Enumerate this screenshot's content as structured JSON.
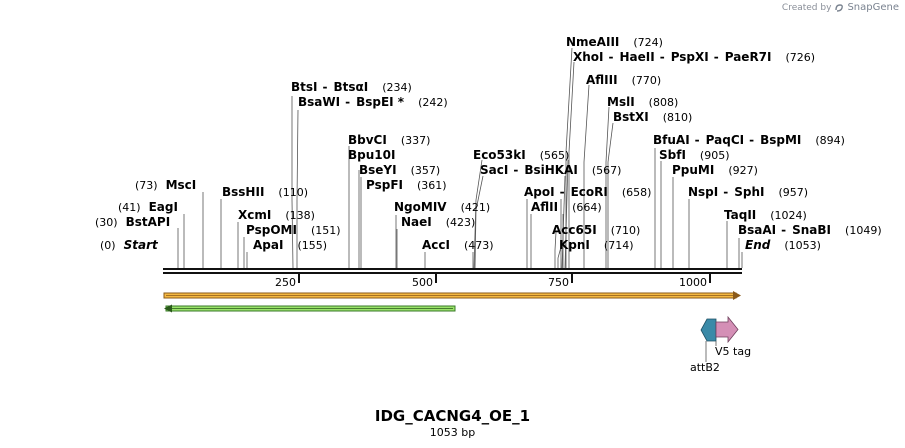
{
  "credit": {
    "prefix": "Created by",
    "brand": "SnapGene"
  },
  "title": "IDG_CACNG4_OE_1",
  "subtitle": "1053 bp",
  "scale_ticks": [
    "250",
    "500",
    "750",
    "1000"
  ],
  "sites": [
    {
      "name": "NmeAIII",
      "pos": "(724)"
    },
    {
      "name": "XhoI",
      "pos": ""
    },
    {
      "name": "HaeII",
      "pos": ""
    },
    {
      "name": "PspXI",
      "pos": ""
    },
    {
      "name": "PaeR7I",
      "pos": "(726)"
    },
    {
      "name": "AflIII",
      "pos": "(770)"
    },
    {
      "name": "MslI",
      "pos": "(808)"
    },
    {
      "name": "BstXI",
      "pos": "(810)"
    },
    {
      "name": "BfuAI",
      "pos": ""
    },
    {
      "name": "PaqCI",
      "pos": ""
    },
    {
      "name": "BspMI",
      "pos": "(894)"
    },
    {
      "name": "SbfI",
      "pos": "(905)"
    },
    {
      "name": "PpuMI",
      "pos": "(927)"
    },
    {
      "name": "NspI",
      "pos": ""
    },
    {
      "name": "SphI",
      "pos": "(957)"
    },
    {
      "name": "TaqII",
      "pos": "(1024)"
    },
    {
      "name": "BsaAI",
      "pos": ""
    },
    {
      "name": "SnaBI",
      "pos": "(1049)"
    },
    {
      "name": "End",
      "pos": "(1053)"
    },
    {
      "name": "BtsI",
      "pos": ""
    },
    {
      "name": "BtsαI",
      "pos": "(234)"
    },
    {
      "name": "BsaWI",
      "pos": ""
    },
    {
      "name": "BspEI *",
      "pos": "(242)"
    },
    {
      "name": "BbvCI",
      "pos": "(337)"
    },
    {
      "name": "Bpu10I",
      "pos": ""
    },
    {
      "name": "BseYI",
      "pos": "(357)"
    },
    {
      "name": "PspFI",
      "pos": "(361)"
    },
    {
      "name": "Eco53kI",
      "pos": "(565)"
    },
    {
      "name": "SacI",
      "pos": ""
    },
    {
      "name": "BsiHKAI",
      "pos": "(567)"
    },
    {
      "name": "ApoI",
      "pos": ""
    },
    {
      "name": "EcoRI",
      "pos": "(658)"
    },
    {
      "name": "AflII",
      "pos": "(664)"
    },
    {
      "name": "Acc65I",
      "pos": "(710)"
    },
    {
      "name": "KpnI",
      "pos": "(714)"
    },
    {
      "name": "NgoMIV",
      "pos": "(421)"
    },
    {
      "name": "NaeI",
      "pos": "(423)"
    },
    {
      "name": "AccI",
      "pos": "(473)"
    },
    {
      "name": "MscI",
      "pos": "(73)"
    },
    {
      "name": "EagI",
      "pos": "(41)"
    },
    {
      "name": "BstAPI",
      "pos": "(30)"
    },
    {
      "name": "Start",
      "pos": "(0)"
    },
    {
      "name": "BssHII",
      "pos": "(110)"
    },
    {
      "name": "XcmI",
      "pos": "(138)"
    },
    {
      "name": "PspOMI",
      "pos": "(151)"
    },
    {
      "name": "ApaI",
      "pos": "(155)"
    }
  ],
  "features": [
    {
      "name": "V5 tag"
    },
    {
      "name": "attB2"
    }
  ],
  "colors": {
    "orf_fill": "#f5b942",
    "orf_stroke": "#8a5a1a",
    "green_fill": "#9be36a",
    "green_stroke": "#3a7a2a",
    "attb2": "#3a8aa8",
    "v5": "#d48fb6"
  }
}
